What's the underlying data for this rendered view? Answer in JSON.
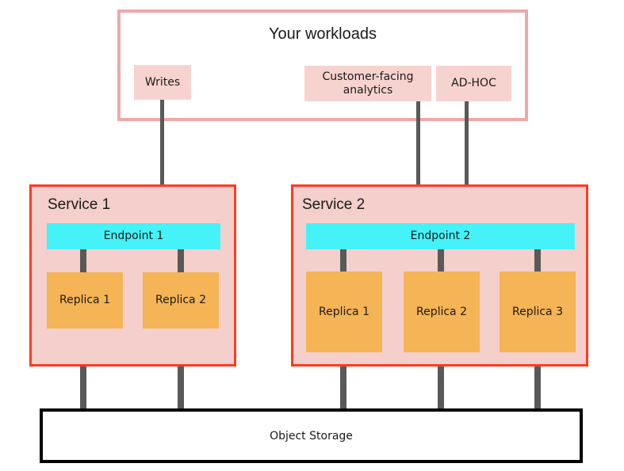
{
  "diagram": {
    "title": "Your workloads",
    "workloads": [
      {
        "label": "Writes"
      },
      {
        "label": "Customer-facing analytics"
      },
      {
        "label": "AD-HOC"
      }
    ],
    "services": [
      {
        "title": "Service 1",
        "endpoint": "Endpoint 1",
        "replicas": [
          {
            "label": "Replica 1"
          },
          {
            "label": "Replica 2"
          }
        ]
      },
      {
        "title": "Service 2",
        "endpoint": "Endpoint 2",
        "replicas": [
          {
            "label": "Replica 1"
          },
          {
            "label": "Replica 2"
          },
          {
            "label": "Replica 3"
          }
        ]
      }
    ],
    "storage": {
      "label": "Object Storage"
    },
    "colors": {
      "workload_border": "#eca9a7",
      "workload_chip": "#f7d3d0",
      "service_border": "#fc3b23",
      "service_fill": "#f4cfcc",
      "endpoint_fill": "#44f2f7",
      "replica_fill": "#f5b455",
      "connector": "#595959",
      "storage_border": "#000000",
      "text": "#1a1a1a"
    }
  }
}
